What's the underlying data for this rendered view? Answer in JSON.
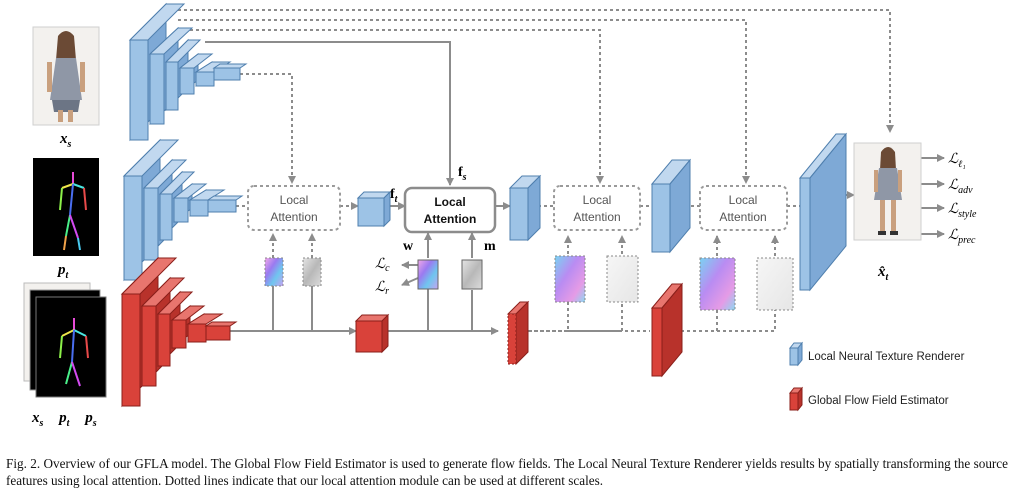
{
  "diagram": {
    "modules": {
      "local_attention_dashed": [
        "Local",
        "Attention"
      ],
      "local_attention_main": [
        "Local",
        "Attention"
      ]
    },
    "inputs": {
      "xs_label": "x",
      "xs_sub": "s",
      "pt_label": "p",
      "pt_sub": "t",
      "stack_labels": [
        {
          "main": "x",
          "sub": "s"
        },
        {
          "main": "p",
          "sub": "t"
        },
        {
          "main": "p",
          "sub": "s"
        }
      ]
    },
    "features": {
      "ft_main": "f",
      "ft_sub": "t",
      "fs_main": "f",
      "fs_sub": "s",
      "w": "w",
      "m": "m"
    },
    "losses_mid": [
      {
        "main": "ℒ",
        "sub": "c"
      },
      {
        "main": "ℒ",
        "sub": "r"
      }
    ],
    "output": {
      "label_main": "x̂",
      "label_sub": "t",
      "losses": [
        {
          "main": "ℒ",
          "sub": "ℓ₁"
        },
        {
          "main": "ℒ",
          "sub": "adv"
        },
        {
          "main": "ℒ",
          "sub": "style"
        },
        {
          "main": "ℒ",
          "sub": "prec"
        }
      ]
    },
    "legend": [
      {
        "label": "Local Neural Texture Renderer",
        "color": "#9dc3e6"
      },
      {
        "label": "Global Flow Field Estimator",
        "color": "#d9423a"
      }
    ],
    "colors": {
      "blue": "#9dc3e6",
      "blue_edge": "#4f7fae",
      "red": "#d9423a",
      "red_edge": "#8a1f1a",
      "arrow": "#8c8c8c"
    }
  },
  "caption": {
    "fig_label": "Fig. 2.",
    "text": "Overview of our GFLA model. The Global Flow Field Estimator is used to generate flow fields. The Local Neural Texture Renderer yields results by spatially transforming the source features using local attention. Dotted lines indicate that our local attention module can be used at different scales."
  }
}
